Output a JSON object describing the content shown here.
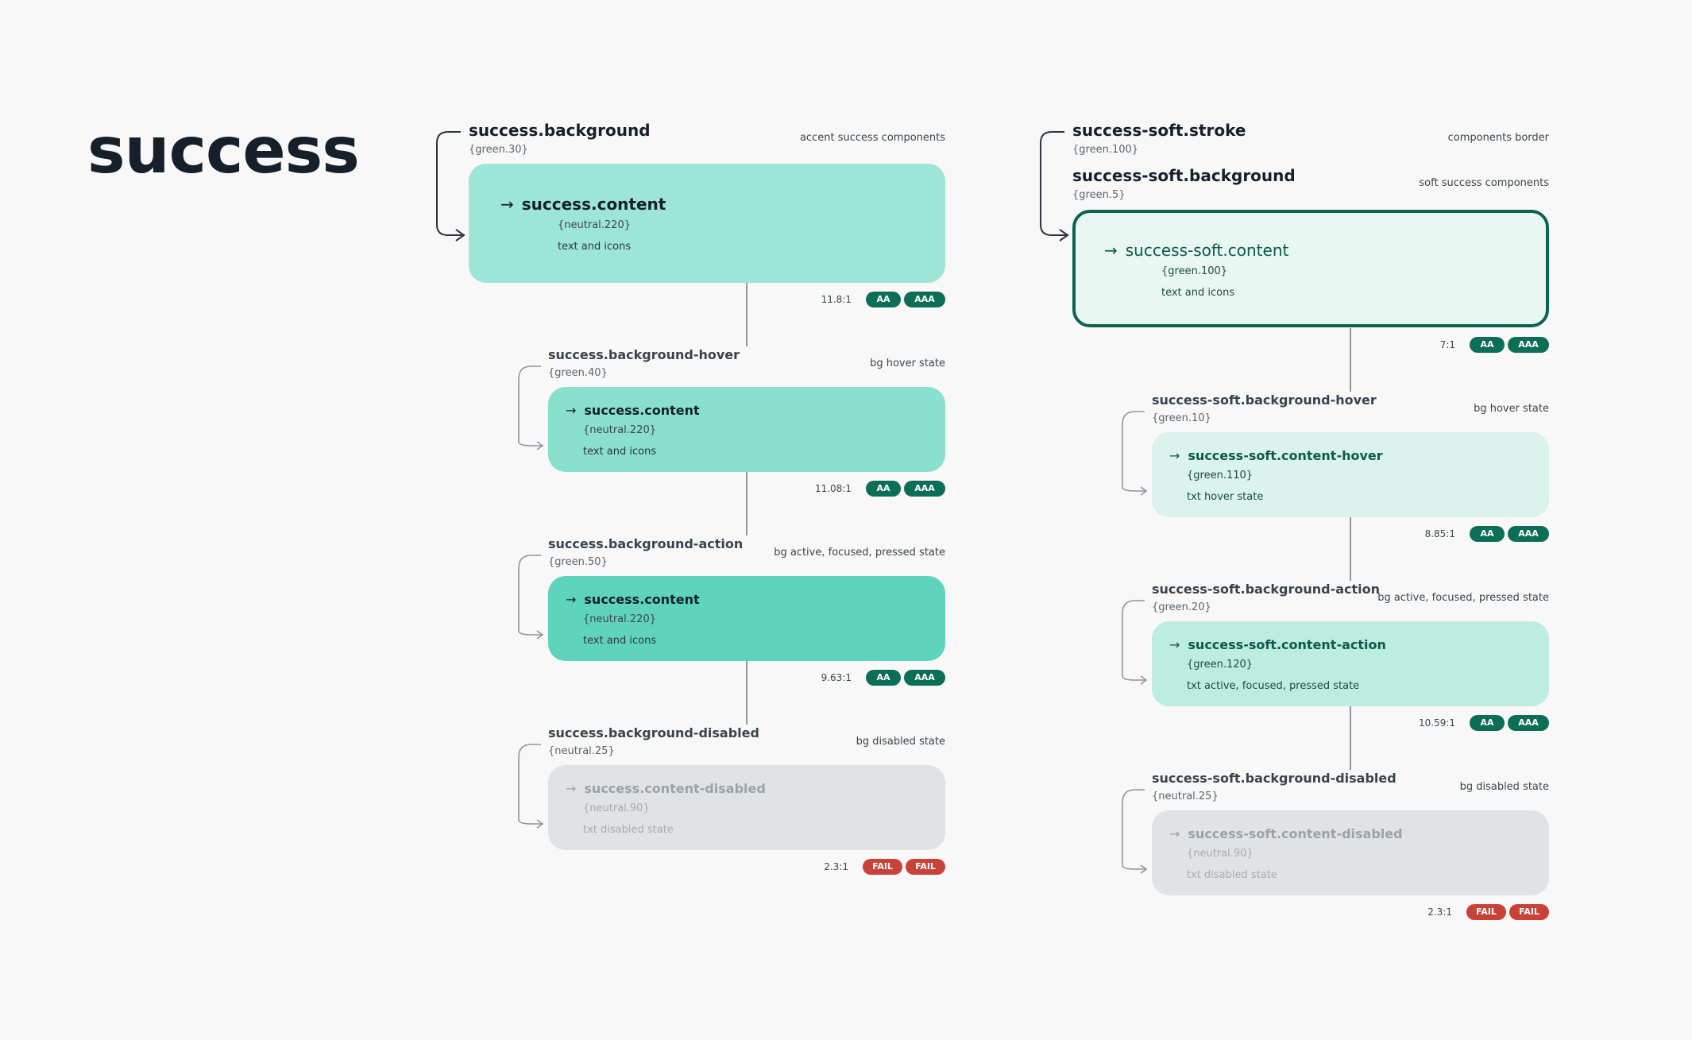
{
  "title": "success",
  "colors": {
    "pass_badge": "#0d6e56",
    "fail_badge": "#c8423a",
    "background": "#9de5d6",
    "background_hover": "#88e0cd",
    "background_action": "#5fd4bd",
    "background_disabled": "#dfe3e6",
    "soft_background": "#e8f7f2",
    "soft_stroke": "#0c6450",
    "soft_background_hover": "#daf3ec",
    "soft_background_action": "#bdece0"
  },
  "left": {
    "main": {
      "name": "success.background",
      "ref": "{green.30}",
      "usage": "accent success components",
      "content": {
        "icon": "arrow-right-icon",
        "name": "success.content",
        "ref": "{neutral.220}",
        "usage": "text and icons"
      },
      "ratio": "11.8:1",
      "badges": [
        "AA",
        "AAA"
      ]
    },
    "hover": {
      "name": "success.background-hover",
      "ref": "{green.40}",
      "usage": "bg hover state",
      "content": {
        "icon": "arrow-right-icon",
        "name": "success.content",
        "ref": "{neutral.220}",
        "usage": "text and icons"
      },
      "ratio": "11.08:1",
      "badges": [
        "AA",
        "AAA"
      ]
    },
    "action": {
      "name": "success.background-action",
      "ref": "{green.50}",
      "usage": "bg active, focused, pressed state",
      "content": {
        "icon": "arrow-right-icon",
        "name": "success.content",
        "ref": "{neutral.220}",
        "usage": "text and icons"
      },
      "ratio": "9.63:1",
      "badges": [
        "AA",
        "AAA"
      ]
    },
    "disabled": {
      "name": "success.background-disabled",
      "ref": "{neutral.25}",
      "usage": "bg disabled state",
      "content": {
        "icon": "arrow-right-icon",
        "name": "success.content-disabled",
        "ref": "{neutral.90}",
        "usage": "txt disabled state"
      },
      "ratio": "2.3:1",
      "badges": [
        "FAIL",
        "FAIL"
      ]
    }
  },
  "right": {
    "stroke": {
      "name": "success-soft.stroke",
      "ref": "{green.100}",
      "usage": "components border"
    },
    "main": {
      "name": "success-soft.background",
      "ref": "{green.5}",
      "usage": "soft success components",
      "content": {
        "icon": "arrow-right-icon",
        "name": "success-soft.content",
        "ref": "{green.100}",
        "usage": "text and icons"
      },
      "ratio": "7:1",
      "badges": [
        "AA",
        "AAA"
      ]
    },
    "hover": {
      "name": "success-soft.background-hover",
      "ref": "{green.10}",
      "usage": "bg hover state",
      "content": {
        "icon": "arrow-right-icon",
        "name": "success-soft.content-hover",
        "ref": "{green.110}",
        "usage": "txt hover state"
      },
      "ratio": "8.85:1",
      "badges": [
        "AA",
        "AAA"
      ]
    },
    "action": {
      "name": "success-soft.background-action",
      "ref": "{green.20}",
      "usage": "bg active, focused, pressed state",
      "content": {
        "icon": "arrow-right-icon",
        "name": "success-soft.content-action",
        "ref": "{green.120}",
        "usage": "txt active, focused, pressed state"
      },
      "ratio": "10.59:1",
      "badges": [
        "AA",
        "AAA"
      ]
    },
    "disabled": {
      "name": "success-soft.background-disabled",
      "ref": "{neutral.25}",
      "usage": "bg disabled state",
      "content": {
        "icon": "arrow-right-icon",
        "name": "success-soft.content-disabled",
        "ref": "{neutral.90}",
        "usage": "txt disabled state"
      },
      "ratio": "2.3:1",
      "badges": [
        "FAIL",
        "FAIL"
      ]
    }
  }
}
